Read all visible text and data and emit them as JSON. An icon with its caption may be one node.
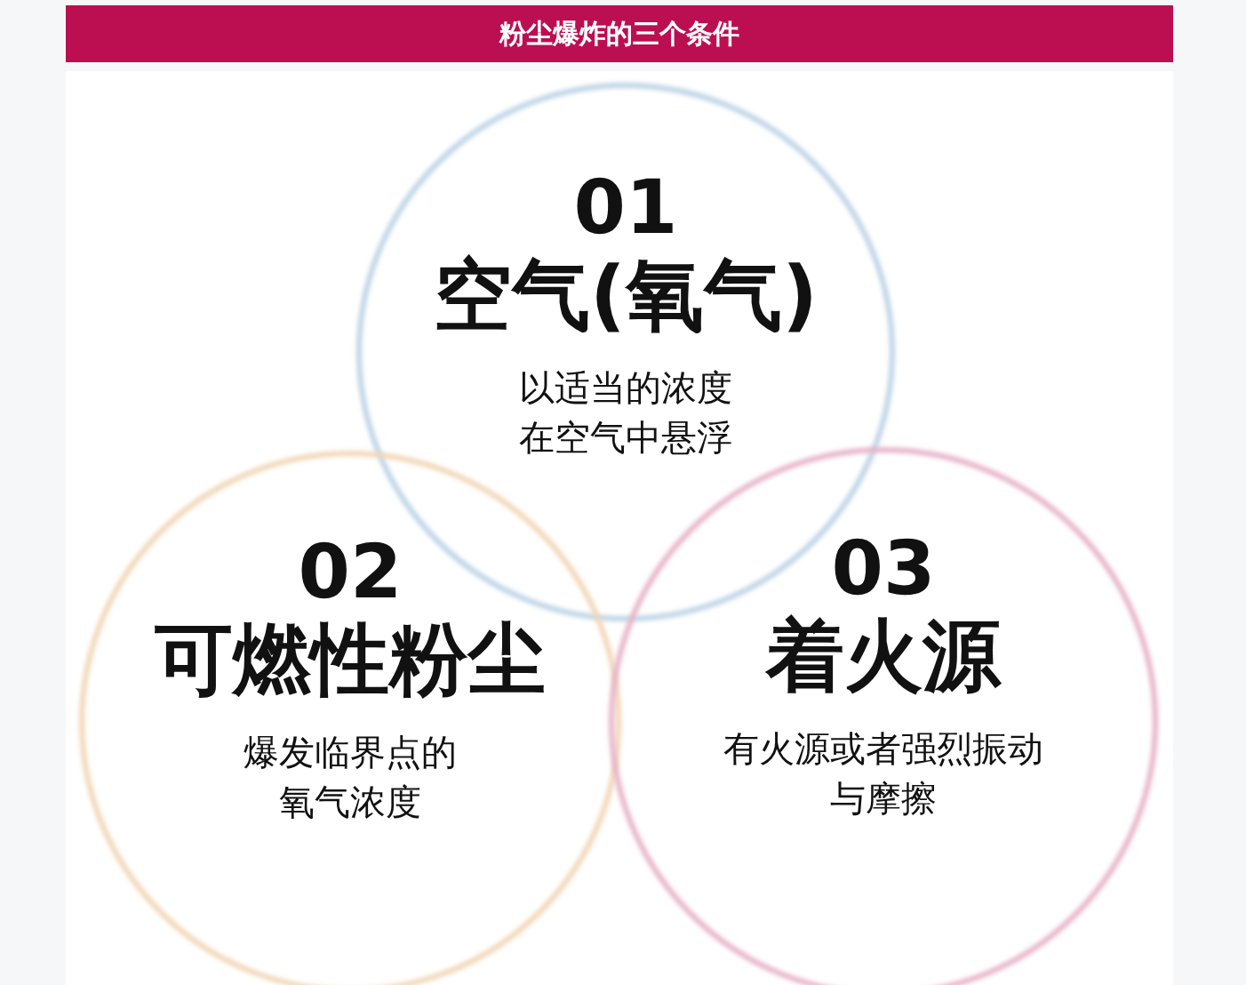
{
  "diagram": {
    "title": "粉尘爆炸的三个条件",
    "nodes": [
      {
        "text": [
          "01",
          "空气(氧气)",
          "以适当的浓度在空气中悬浮"
        ]
      },
      {
        "text": [
          "02",
          "可燃性粉尘",
          "爆发临界点的氧气浓度"
        ]
      },
      {
        "text": [
          "03",
          "着火源",
          "有火源或者强烈振动与摩擦"
        ]
      }
    ]
  }
}
